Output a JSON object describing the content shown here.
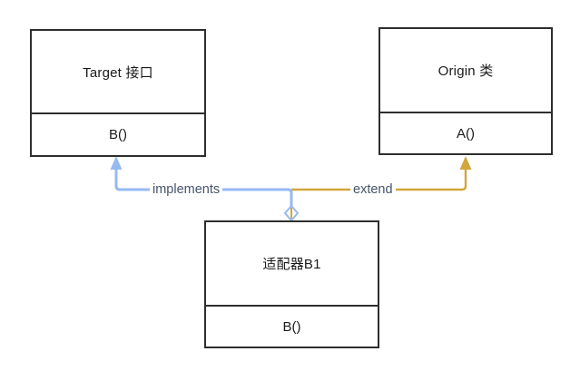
{
  "diagram": {
    "classes": {
      "target": {
        "title": "Target 接口",
        "method": "B()"
      },
      "origin": {
        "title": "Origin 类",
        "method": "A()"
      },
      "adapter": {
        "title": "适配器B1",
        "method": "B()"
      }
    },
    "edges": {
      "implements": {
        "label": "implements",
        "color": "#96b9f2"
      },
      "extend": {
        "label": "extend",
        "color": "#d2a63c"
      }
    },
    "colors": {
      "box_border": "#2e2e2e",
      "box_fill": "#ffffff",
      "edge_label_text": "#44546b",
      "class_text": "#1a1a1a",
      "diamond_fill": "#ffffff"
    }
  }
}
